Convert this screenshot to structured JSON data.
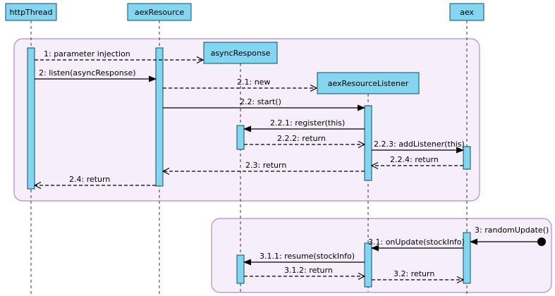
{
  "diagram": {
    "type": "uml-sequence",
    "colors": {
      "shape_fill": "#84d5f0",
      "shape_border": "#104e66",
      "fragment_fill": "#f6eefa",
      "fragment_border": "#b58cc8",
      "background": "#ffffff",
      "line": "#000000"
    },
    "lifelines": [
      {
        "name": "httpThread"
      },
      {
        "name": "aexResource"
      },
      {
        "name": "aex"
      },
      {
        "name": "asyncResponse"
      },
      {
        "name": "aexResourceListener"
      }
    ],
    "messages": [
      {
        "id": "1",
        "label": "1: parameter injection",
        "from": "httpThread",
        "to": "asyncResponse",
        "kind": "create"
      },
      {
        "id": "2",
        "label": "2: listen(asyncResponse)",
        "from": "httpThread",
        "to": "aexResource",
        "kind": "sync"
      },
      {
        "id": "2.1",
        "label": "2.1: new",
        "from": "aexResource",
        "to": "aexResourceListener",
        "kind": "create"
      },
      {
        "id": "2.2",
        "label": "2.2: start()",
        "from": "aexResource",
        "to": "aexResourceListener",
        "kind": "sync"
      },
      {
        "id": "2.2.1",
        "label": "2.2.1: register(this)",
        "from": "aexResourceListener",
        "to": "asyncResponse",
        "kind": "sync"
      },
      {
        "id": "2.2.2",
        "label": "2.2.2: return",
        "from": "asyncResponse",
        "to": "aexResourceListener",
        "kind": "return"
      },
      {
        "id": "2.2.3",
        "label": "2.2.3: addListener(this)",
        "from": "aexResourceListener",
        "to": "aex",
        "kind": "sync"
      },
      {
        "id": "2.2.4",
        "label": "2.2.4: return",
        "from": "aex",
        "to": "aexResourceListener",
        "kind": "return"
      },
      {
        "id": "2.3",
        "label": "2.3: return",
        "from": "aexResourceListener",
        "to": "aexResource",
        "kind": "return"
      },
      {
        "id": "2.4",
        "label": "2.4: return",
        "from": "aexResource",
        "to": "httpThread",
        "kind": "return"
      },
      {
        "id": "3",
        "label": "3: randomUpdate()",
        "from": "found-message",
        "to": "aex",
        "kind": "found"
      },
      {
        "id": "3.1",
        "label": "3.1: onUpdate(stockInfo)",
        "from": "aex",
        "to": "aexResourceListener",
        "kind": "sync"
      },
      {
        "id": "3.1.1",
        "label": "3.1.1: resume(stockInfo)",
        "from": "aexResourceListener",
        "to": "asyncResponse",
        "kind": "sync"
      },
      {
        "id": "3.1.2",
        "label": "3.1.2: return",
        "from": "asyncResponse",
        "to": "aexResourceListener",
        "kind": "return"
      },
      {
        "id": "3.2",
        "label": "3.2: return",
        "from": "aexResourceListener",
        "to": "aex",
        "kind": "return"
      }
    ]
  }
}
